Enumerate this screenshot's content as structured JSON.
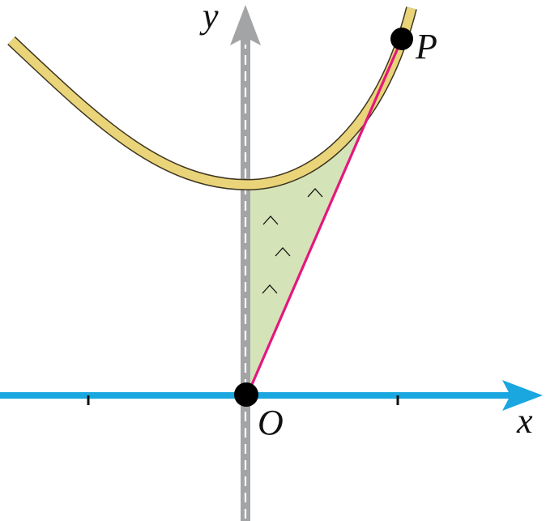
{
  "diagram": {
    "labels": {
      "y_axis": "y",
      "x_axis": "x",
      "origin": "O",
      "point": "P"
    },
    "colors": {
      "curve_fill": "#ead47a",
      "curve_outline": "#3d3520",
      "region_fill": "#d4e4b8",
      "tangent_line": "#e5177e",
      "x_axis": "#1aa7e0",
      "y_axis": "#a3a4a6",
      "y_axis_dash": "#ffffff",
      "point": "#000000",
      "ticks": "#111111"
    },
    "region_marks_count": 4
  }
}
